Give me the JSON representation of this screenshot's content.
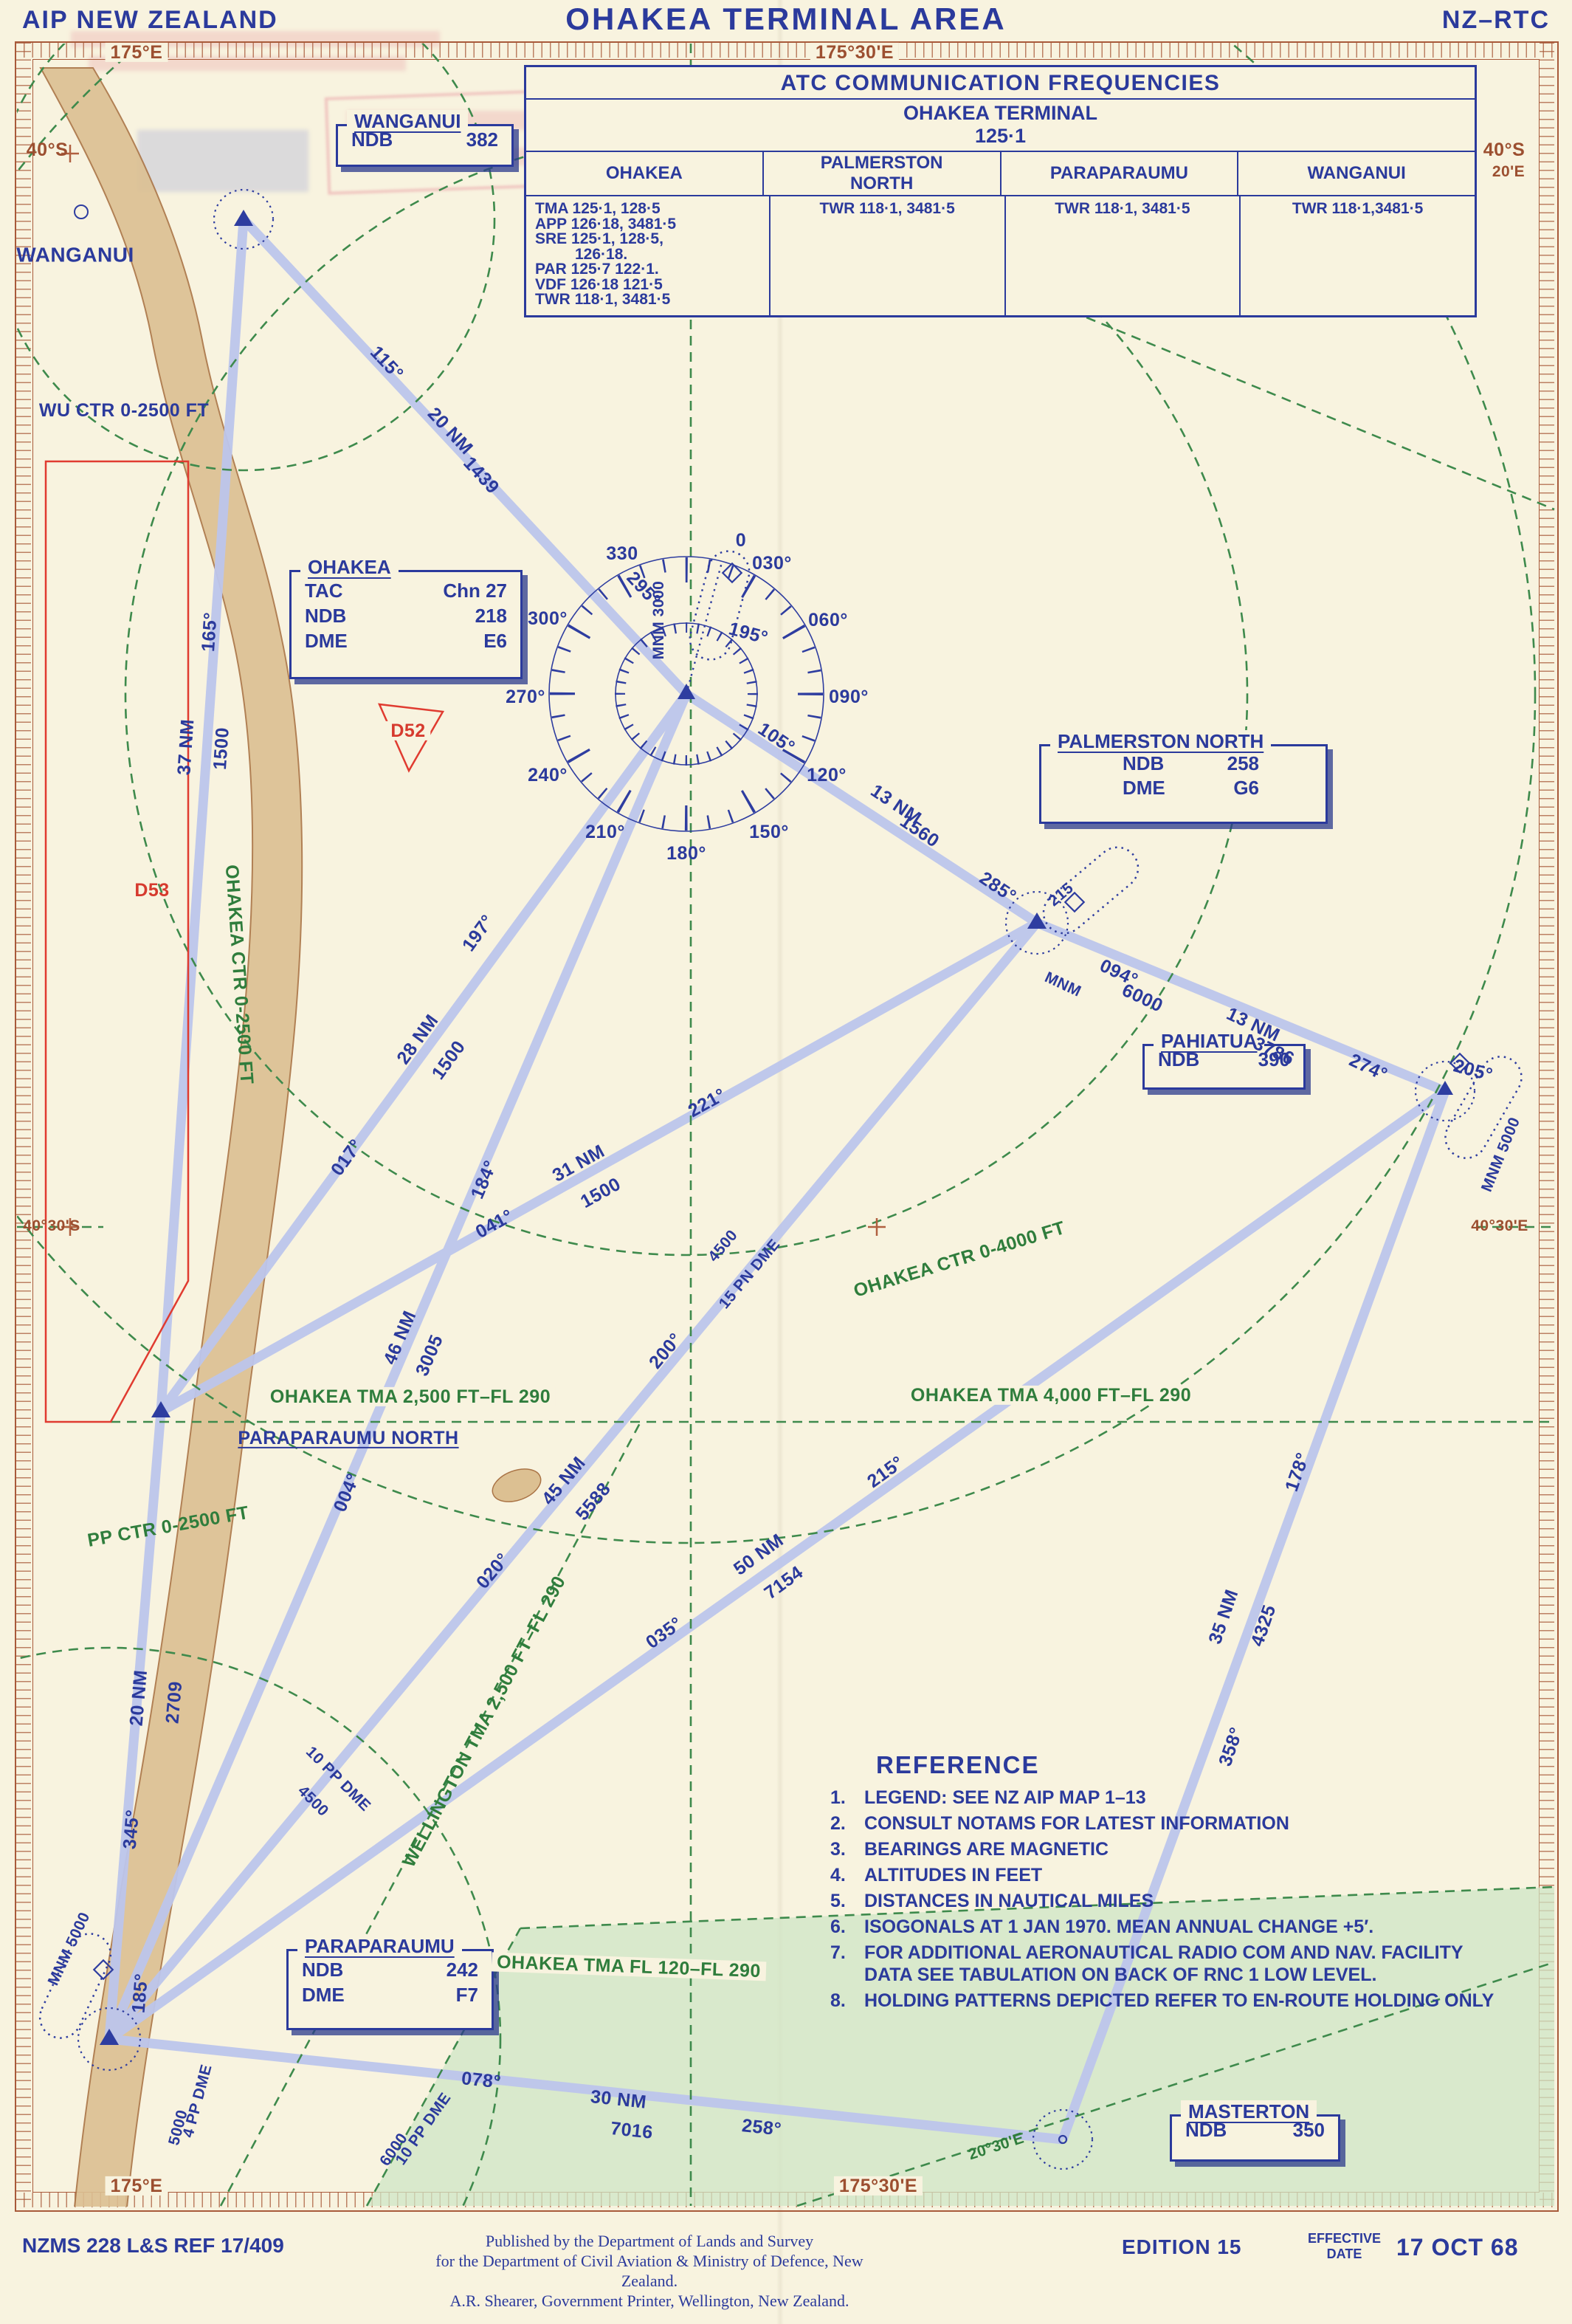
{
  "header": {
    "left": "AIP NEW ZEALAND",
    "title": "OHAKEA TERMINAL AREA",
    "right": "NZ–RTC"
  },
  "atc": {
    "title": "ATC COMMUNICATION FREQUENCIES",
    "terminal": "OHAKEA TERMINAL",
    "terminal_freq": "125·1",
    "col1": "OHAKEA",
    "col2": "PALMERSTON NORTH",
    "col3": "PARAPARAUMU",
    "col4": "WANGANUI",
    "ohakea_lines": [
      "TMA 125·1, 128·5",
      "APP 126·18, 3481·5",
      "SRE 125·1, 128·5,",
      "126·18.",
      "PAR 125·7  122·1.",
      "VDF 126·18 121·5",
      "TWR 118·1, 3481·5"
    ],
    "palmerston": "TWR 118·1, 3481·5",
    "paraparaumu": "TWR 118·1, 3481·5",
    "wanganui": "TWR 118·1,3481·5"
  },
  "navaids": {
    "wanganui": {
      "title": "WANGANUI",
      "r1k": "NDB",
      "r1v": "382"
    },
    "ohakea": {
      "title": "OHAKEA",
      "r1k": "TAC",
      "r1v": "Chn 27",
      "r2k": "NDB",
      "r2v": "218",
      "r3k": "DME",
      "r3v": "E6"
    },
    "palmerston": {
      "title": "PALMERSTON NORTH",
      "r1k": "NDB",
      "r1v": "258",
      "r2k": "DME",
      "r2v": "G6"
    },
    "pahiatua": {
      "title": "PAHIATUA",
      "r1k": "NDB",
      "r1v": "390"
    },
    "paraparaumu": {
      "title": "PARAPARAUMU",
      "r1k": "NDB",
      "r1v": "242",
      "r2k": "DME",
      "r2v": "F7"
    },
    "masterton": {
      "title": "MASTERTON",
      "r1k": "NDB",
      "r1v": "350"
    }
  },
  "coords": {
    "tl": "175°E",
    "tc": "175°30'E",
    "bl": "175°E",
    "bc": "175°30'E",
    "l40": "40°S",
    "l4030": "40°30'S",
    "r40": "40°S",
    "r20e": "20'E",
    "r4030": "40°30'E"
  },
  "places": {
    "wanganui_town": "WANGANUI",
    "para_north": "PARAPARAUMU NORTH"
  },
  "airspace": {
    "wu": "WU CTR 0-2500 FT",
    "ohk2500": "OHAKEA CTR 0-2500 FT",
    "ohk4000": "OHAKEA CTR 0-4000 FT",
    "tma2500": "OHAKEA TMA  2,500 FT–FL 290",
    "tma4000": "OHAKEA TMA  4,000 FT–FL 290",
    "pp": "PP CTR 0-2500 FT",
    "wlg": "WELLINGTON TMA  2,500 FT–FL 290",
    "fl120": "OHAKEA TMA  FL 120–FL 290",
    "d52": "D52",
    "d53": "D53",
    "isogonal": "20°30'E"
  },
  "rose": {
    "n000": "0",
    "n030": "030°",
    "n060": "060°",
    "n090": "090°",
    "n120": "120°",
    "n150": "150°",
    "n180": "180°",
    "n210": "210°",
    "n240": "240°",
    "n270": "270°",
    "n300": "300°",
    "n330": "330",
    "mnm": "MNM 3000",
    "inb": "195°",
    "out105": "105°"
  },
  "routes": {
    "wo_brg": "115°",
    "wo_dist": "20 NM",
    "wo_num": "1439",
    "wo_rec": "295°",
    "op_dist": "13 NM",
    "op_num": "1560",
    "op_rec": "285°",
    "pp_brg": "094°",
    "pp_mnm": "MNM",
    "pp_6000": "6000",
    "pph_dist": "13 NM",
    "pph_num": "3786",
    "pph_rec": "274°",
    "pah_inb": "205°",
    "pah_mnm": "MNM 5000",
    "pn_hold": "215",
    "wpn_brg": "165°",
    "wpn_dist": "37 NM",
    "wpn_num": "1500",
    "opn_brg": "197°",
    "opn_dist": "28 NM",
    "opn_num": "1500",
    "opn_rec": "017°",
    "opp_brg": "184°",
    "opp_dist": "46 NM",
    "opp_num": "3005",
    "opp_rec": "004°",
    "pnpn_out": "041°",
    "pnpn_dist": "31 NM",
    "pnpn_num": "1500",
    "pnpn_rec": "221°",
    "papn_out": "020°",
    "papn_dist": "45 NM",
    "papn_num": "5588",
    "papn_rec": "200°",
    "papn_fix_alt": "4500",
    "papn_fix": "15 PN DME",
    "papah_out": "035°",
    "papah_dist": "50 NM",
    "papah_num": "7154",
    "papah_rec": "215°",
    "mpah_out": "358°",
    "mpah_dist": "35 NM",
    "mpah_num": "4325",
    "mpah_rec": "178°",
    "pam_out": "078°",
    "pam_dist": "30 NM",
    "pam_num": "7016",
    "pam_rec": "258°",
    "pam_fix1_alt": "6000",
    "pam_fix1": "10 PP DME",
    "pam_fix2_alt": "5000",
    "pam_fix2": "4 PP DME",
    "papnorth_out": "345°",
    "papnorth_dist": "20 NM",
    "papnorth_num": "2709",
    "papnorth_inb": "185°",
    "pa_mnm": "MNM 5000",
    "fix3_alt": "4500",
    "fix3": "10 PP DME"
  },
  "reference": {
    "title": "REFERENCE",
    "items": [
      {
        "n": "1.",
        "t": "LEGEND: SEE NZ AIP MAP 1–13"
      },
      {
        "n": "2.",
        "t": "CONSULT NOTAMS FOR LATEST INFORMATION"
      },
      {
        "n": "3.",
        "t": "BEARINGS ARE MAGNETIC"
      },
      {
        "n": "4.",
        "t": "ALTITUDES IN FEET"
      },
      {
        "n": "5.",
        "t": "DISTANCES IN NAUTICAL MILES"
      },
      {
        "n": "6.",
        "t": "ISOGONALS AT 1 JAN 1970. MEAN ANNUAL CHANGE +5′."
      },
      {
        "n": "7.",
        "t": "FOR ADDITIONAL AERONAUTICAL RADIO COM AND NAV. FACILITY DATA SEE TABULATION ON BACK OF RNC 1 LOW LEVEL."
      },
      {
        "n": "8.",
        "t": "HOLDING PATTERNS DEPICTED  REFER TO EN-ROUTE HOLDING ONLY"
      }
    ]
  },
  "footer": {
    "ref": "NZMS 228  L&S REF 17/409",
    "pub1": "Published by the Department of Lands and Survey",
    "pub2": "for the Department of Civil Aviation & Ministry of Defence, New Zealand.",
    "pub3": "A.R. Shearer, Government Printer, Wellington, New Zealand.",
    "edition": "EDITION 15",
    "eff1": "EFFECTIVE",
    "eff2": "DATE",
    "date": "17 OCT 68"
  }
}
